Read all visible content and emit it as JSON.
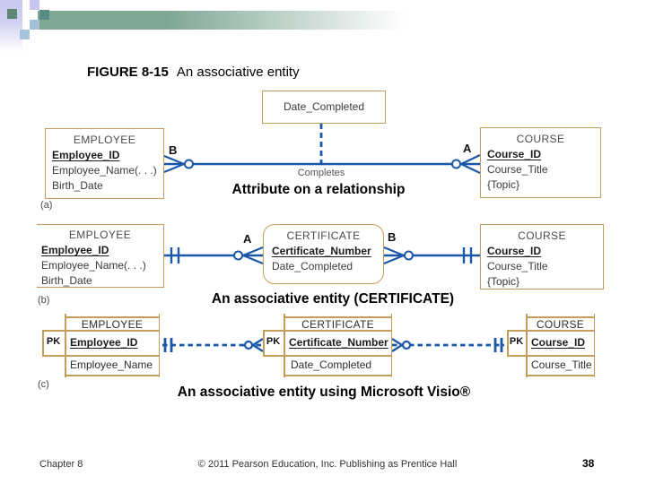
{
  "colors": {
    "accent_blue": "#1b57a8",
    "box_border": "#c49d58",
    "banner_green": "#7ea794",
    "bar_lavender": "#c9c9ef"
  },
  "title": {
    "figure_label": "FIGURE 8-15",
    "figure_caption": "An associative entity"
  },
  "diagram_a": {
    "panel_label": "(a)",
    "caption": "Attribute on a relationship",
    "attribute_box": "Date_Completed",
    "relationship_label": "Completes",
    "cardinality_left": "B",
    "cardinality_right": "A",
    "employee": {
      "title": "EMPLOYEE",
      "key": "Employee_ID",
      "attrs": [
        "Employee_Name(. . .)",
        "Birth_Date"
      ]
    },
    "course": {
      "title": "COURSE",
      "key": "Course_ID",
      "attrs": [
        "Course_Title",
        "{Topic}"
      ]
    }
  },
  "diagram_b": {
    "panel_label": "(b)",
    "caption": "An associative entity (CERTIFICATE)",
    "cardinality_left": "A",
    "cardinality_right": "B",
    "employee": {
      "title": "EMPLOYEE",
      "key": "Employee_ID",
      "attrs": [
        "Employee_Name(. . .)",
        "Birth_Date"
      ]
    },
    "certificate": {
      "title": "CERTIFICATE",
      "key": "Certificate_Number",
      "attrs": [
        "Date_Completed"
      ]
    },
    "course": {
      "title": "COURSE",
      "key": "Course_ID",
      "attrs": [
        "Course_Title",
        "{Topic}"
      ]
    }
  },
  "diagram_c": {
    "panel_label": "(c)",
    "caption": "An associative entity using Microsoft Visio®",
    "employee": {
      "title": "EMPLOYEE",
      "pk": "PK",
      "key": "Employee_ID",
      "attrs": [
        "Employee_Name"
      ]
    },
    "certificate": {
      "title": "CERTIFICATE",
      "pk": "PK",
      "key": "Certificate_Number",
      "attrs": [
        "Date_Completed"
      ]
    },
    "course": {
      "title": "COURSE",
      "pk": "PK",
      "key": "Course_ID",
      "attrs": [
        "Course_Title"
      ]
    }
  },
  "footer": {
    "chapter": "Chapter 8",
    "copyright": "© 2011 Pearson Education, Inc. Publishing as Prentice Hall",
    "page_number": "38"
  }
}
